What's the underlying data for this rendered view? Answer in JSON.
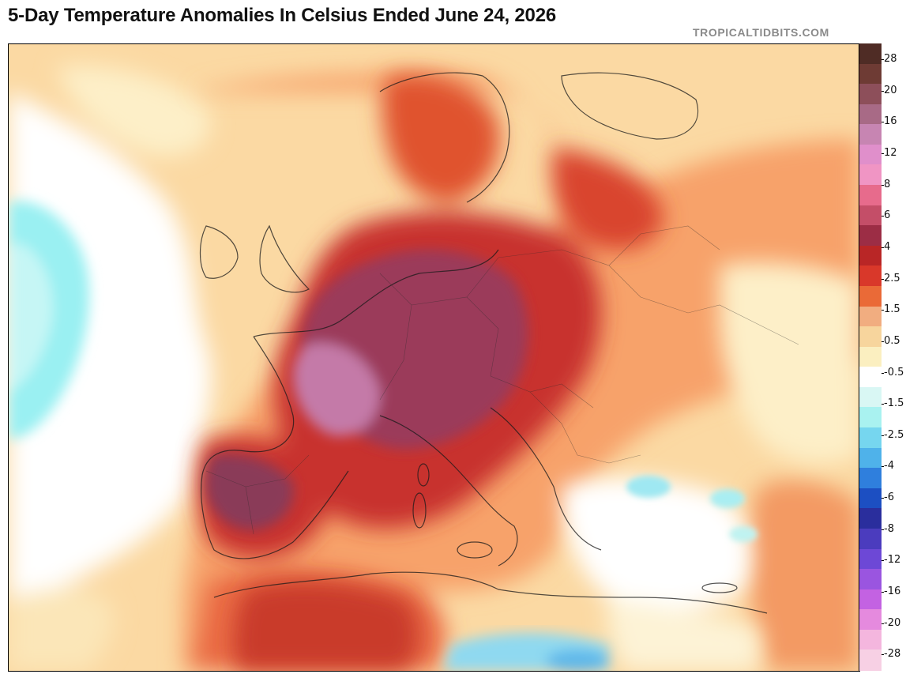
{
  "header": {
    "title": "5-Day Temperature Anomalies In Celsius Ended June 24, 2026",
    "credit": "TROPICALTIDBITS.COM"
  },
  "legend": {
    "colors": [
      "#f1ad80",
      "#f7d59d",
      "#fbefc0",
      "#ffffff",
      "#d9f7f4",
      "#a9f2f0",
      "#76d6ef",
      "#4fb2ea",
      "#2f7fdd",
      "#1c4fc2",
      "#2a2e9d",
      "#4b3cbe",
      "#6d48d6",
      "#9a55e0",
      "#c362e2",
      "#e58ade",
      "#f4b6de",
      "#f7d0e4"
    ],
    "warm": [
      "#4f2c25",
      "#6e3b34",
      "#8d4f5a",
      "#a86a86",
      "#c785b2",
      "#e08fcb",
      "#f095c4",
      "#e76b8c",
      "#c44e68",
      "#9c2d45",
      "#b92626",
      "#d9382a",
      "#ea6a37"
    ],
    "labels": [
      "28",
      "20",
      "16",
      "12",
      "8",
      "6",
      "4",
      "2.5",
      "1.5",
      "0.5",
      "-0.5",
      "-1.5",
      "-2.5",
      "-4",
      "-6",
      "-8",
      "-12",
      "-16",
      "-20",
      "-28"
    ]
  }
}
